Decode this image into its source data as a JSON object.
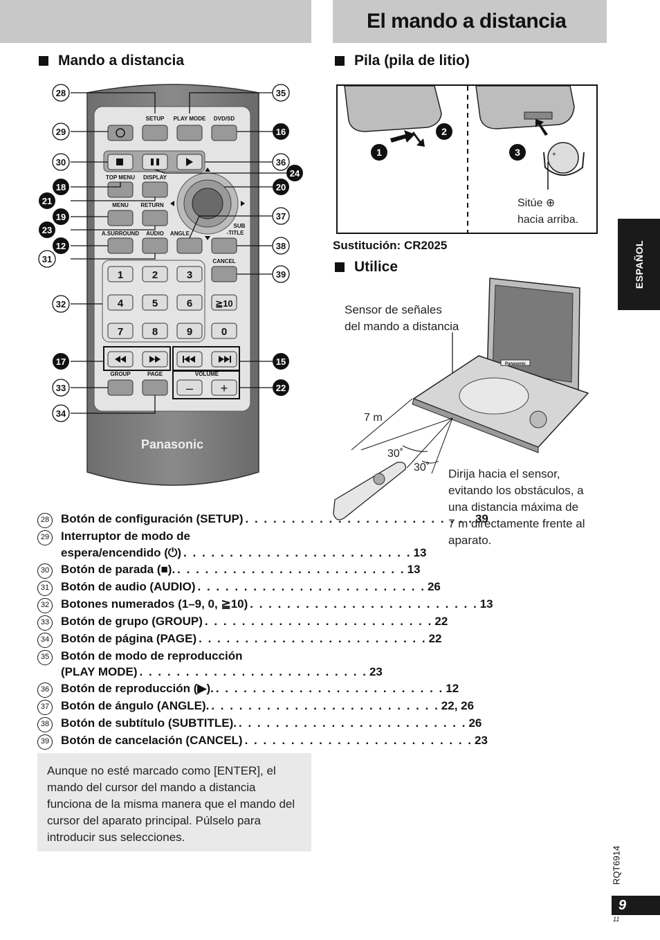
{
  "page_title": "El mando a distancia",
  "section_remote": {
    "title": "Mando a distancia"
  },
  "remote": {
    "buttons": {
      "setup": "SETUP",
      "play_mode": "PLAY MODE",
      "dvd_sd": "DVD/SD",
      "top_menu": "TOP MENU",
      "display": "DISPLAY",
      "menu": "MENU",
      "return": "RETURN",
      "a_surround": "A.SURROUND",
      "audio": "AUDIO",
      "angle": "ANGLE",
      "sub_1": "SUB",
      "sub_2": "-TITLE",
      "cancel": "CANCEL",
      "group": "GROUP",
      "page": "PAGE",
      "volume": "VOLUME",
      "num": [
        "1",
        "2",
        "3",
        "4",
        "5",
        "6",
        "7",
        "8",
        "9",
        "0"
      ],
      "ge10": "≧10",
      "minus": "–",
      "plus": "+"
    },
    "brand": "Panasonic",
    "callouts_left": [
      "28",
      "29",
      "30",
      "18",
      "21",
      "19",
      "23",
      "12",
      "31",
      "32",
      "17",
      "33",
      "34"
    ],
    "callouts_right": [
      "35",
      "16",
      "36",
      "24",
      "20",
      "37",
      "38",
      "39",
      "15",
      "22"
    ]
  },
  "list": [
    {
      "n": "28",
      "lines": [],
      "label": "Botón de configuración (SETUP)",
      "page": "39"
    },
    {
      "n": "29",
      "lines": [
        "Interruptor de modo de"
      ],
      "label": "espera/encendido (⏻)",
      "page": "13"
    },
    {
      "n": "30",
      "lines": [],
      "label": "Botón de parada (■).",
      "page": "13"
    },
    {
      "n": "31",
      "lines": [],
      "label": "Botón de audio (AUDIO)",
      "page": "26"
    },
    {
      "n": "32",
      "lines": [],
      "label": "Botones numerados (1–9, 0, ≧10)",
      "page": "13"
    },
    {
      "n": "33",
      "lines": [],
      "label": "Botón de grupo (GROUP)",
      "page": "22"
    },
    {
      "n": "34",
      "lines": [],
      "label": "Botón de página (PAGE)",
      "page": "22"
    },
    {
      "n": "35",
      "lines": [
        "Botón de modo de reproducción"
      ],
      "label": "(PLAY MODE)",
      "page": "23"
    },
    {
      "n": "36",
      "lines": [],
      "label": "Botón de reproducción (▶).",
      "page": "12"
    },
    {
      "n": "37",
      "lines": [],
      "label": "Botón de ángulo (ANGLE).",
      "page": "22, 26"
    },
    {
      "n": "38",
      "lines": [],
      "label": "Botón de subtítulo (SUBTITLE).",
      "page": "26"
    },
    {
      "n": "39",
      "lines": [],
      "label": "Botón de cancelación (CANCEL)",
      "page": "23"
    }
  ],
  "note": "Aunque no esté marcado como [ENTER], el mando del cursor del mando a distancia funciona de la misma manera que el mando del cursor del aparato principal. Púlselo para introducir sus selecciones.",
  "section_battery": {
    "title": "Pila (pila de litio)",
    "step1": "1",
    "step2": "2",
    "step3": "3",
    "hint_1": "Sitúe ⊕",
    "hint_2": "hacia arriba.",
    "replacement": "Sustitución:  CR2025"
  },
  "section_use": {
    "title": "Utilice",
    "sensor_1": "Sensor de señales",
    "sensor_2": "del mando a distancia",
    "distance": "7 m",
    "angle_1": "30˚",
    "angle_2": "30˚",
    "device_brand": "Panasonic",
    "instruction": [
      "Dirija hacia el sensor,",
      "evitando los obstáculos, a",
      "una distancia máxima de",
      "7 m directamente frente al",
      "aparato."
    ]
  },
  "side_tab": "ESPAÑOL",
  "doc_code": "RQT6914",
  "page_number": "9",
  "page_small": "11"
}
